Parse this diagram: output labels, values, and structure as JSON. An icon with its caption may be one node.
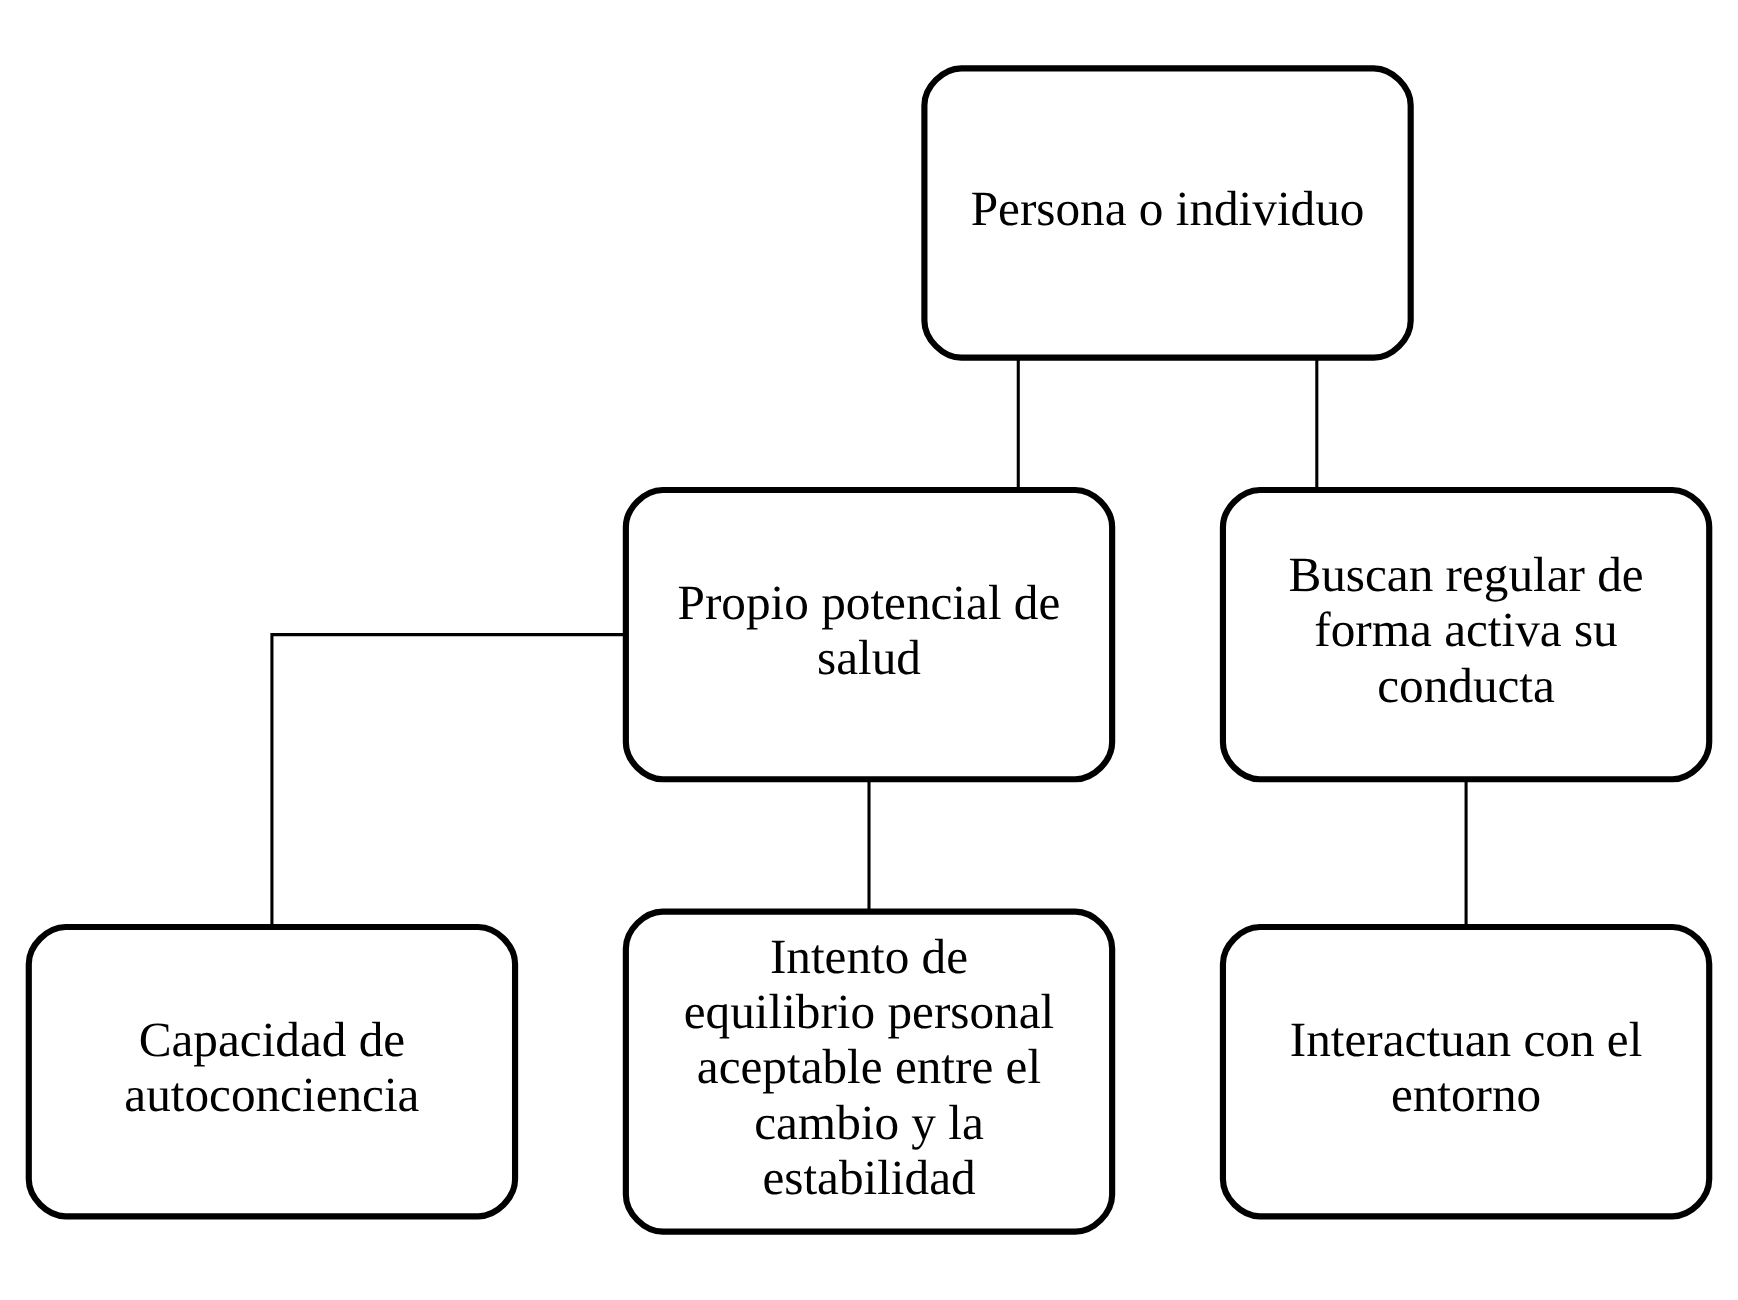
{
  "diagram": {
    "nodes": [
      {
        "text": [
          "Persona o individuo"
        ]
      },
      {
        "text": [
          "Propio potencial de salud"
        ]
      },
      {
        "text": [
          "Buscan regular de forma activa su conducta"
        ]
      },
      {
        "text": [
          "Capacidad de autoconciencia"
        ]
      },
      {
        "text": [
          "Intento de equilibrio personal aceptable entre el cambio y la estabilidad"
        ]
      },
      {
        "text": [
          "Interactuan con el entorno"
        ]
      }
    ],
    "edges": [
      {
        "from": 0,
        "to": 1,
        "arrow": "none"
      },
      {
        "from": 0,
        "to": 2,
        "arrow": "none"
      },
      {
        "from": 1,
        "to": 3,
        "arrow": "none"
      },
      {
        "from": 1,
        "to": 4,
        "arrow": "none"
      },
      {
        "from": 2,
        "to": 5,
        "arrow": "none"
      }
    ]
  }
}
